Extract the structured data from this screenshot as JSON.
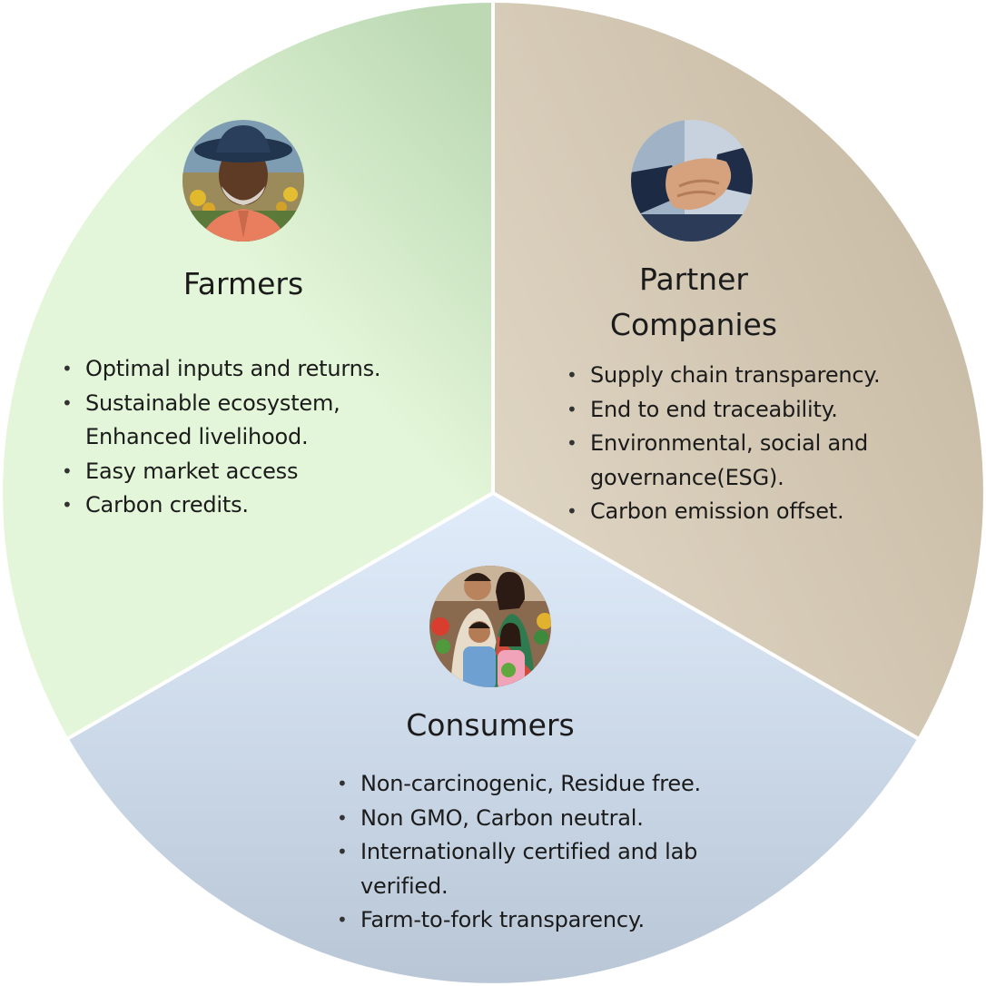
{
  "sectors": [
    {
      "id": "farmers",
      "heading": [
        "Farmers"
      ],
      "points": [
        "Optimal inputs and returns.",
        "Sustainable ecosystem, Enhanced livelihood.",
        "Easy market access",
        "Carbon credits."
      ],
      "colors": {
        "light": "#e4f6d9",
        "dark": "#bcd9b4"
      },
      "photo": "farmer-portrait"
    },
    {
      "id": "partners",
      "heading": [
        "Partner",
        "Companies"
      ],
      "points": [
        "Supply chain transparency.",
        "End to end traceability.",
        "Environmental, social and governance(ESG).",
        "Carbon emission offset."
      ],
      "colors": {
        "light": "#ded4c2",
        "dark": "#c6b9a2"
      },
      "photo": "handshake"
    },
    {
      "id": "consumers",
      "heading": [
        "Consumers"
      ],
      "points": [
        "Non-carcinogenic, Residue free.",
        "Non GMO, Carbon neutral.",
        "Internationally certified and lab verified.",
        "Farm-to-fork transparency."
      ],
      "colors": {
        "light": "#e0ecfa",
        "dark": "#b8c6d6"
      },
      "photo": "family-shopping"
    }
  ]
}
